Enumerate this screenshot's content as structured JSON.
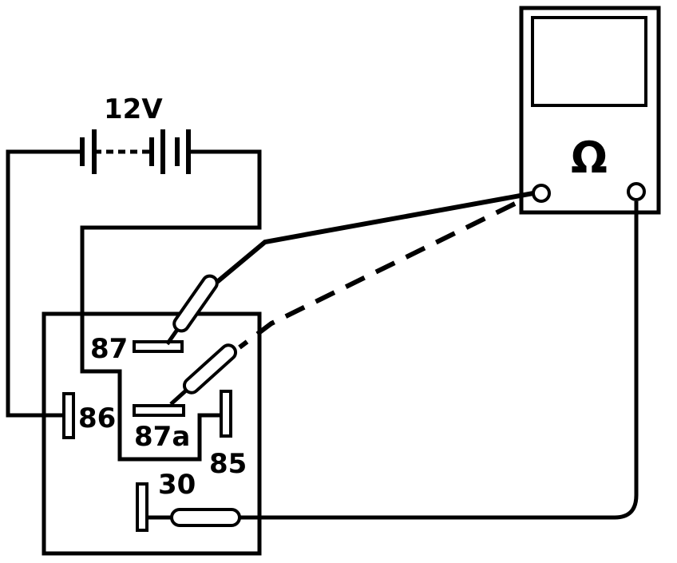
{
  "battery": {
    "voltage_label": "12V"
  },
  "meter": {
    "symbol": "Ω"
  },
  "relay": {
    "terminals": {
      "t87": "87",
      "t86": "86",
      "t87a": "87a",
      "t85": "85",
      "t30": "30"
    }
  },
  "colors": {
    "ink": "#000000",
    "background": "#ffffff"
  }
}
